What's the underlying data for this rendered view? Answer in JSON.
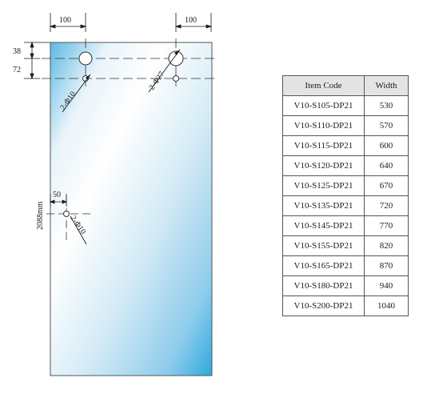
{
  "drawing": {
    "dimensions": {
      "top_left_offset": "100",
      "top_right_offset": "100",
      "hole_row_1": "38",
      "hole_row_2": "72",
      "side_hole_offset": "50",
      "panel_height": "2088mm"
    },
    "hole_callouts": {
      "top_left": "2-Φ10",
      "top_right": "2-Φ27",
      "side": "2-Φ10"
    },
    "colors": {
      "glass_light": "#eef6fb",
      "glass_dark": "#2ea9dd",
      "line": "#1a1a1a"
    }
  },
  "table": {
    "headers": [
      "Item Code",
      "Width"
    ],
    "rows": [
      [
        "V10-S105-DP21",
        "530"
      ],
      [
        "V10-S110-DP21",
        "570"
      ],
      [
        "V10-S115-DP21",
        "600"
      ],
      [
        "V10-S120-DP21",
        "640"
      ],
      [
        "V10-S125-DP21",
        "670"
      ],
      [
        "V10-S135-DP21",
        "720"
      ],
      [
        "V10-S145-DP21",
        "770"
      ],
      [
        "V10-S155-DP21",
        "820"
      ],
      [
        "V10-S165-DP21",
        "870"
      ],
      [
        "V10-S180-DP21",
        "940"
      ],
      [
        "V10-S200-DP21",
        "1040"
      ]
    ]
  }
}
